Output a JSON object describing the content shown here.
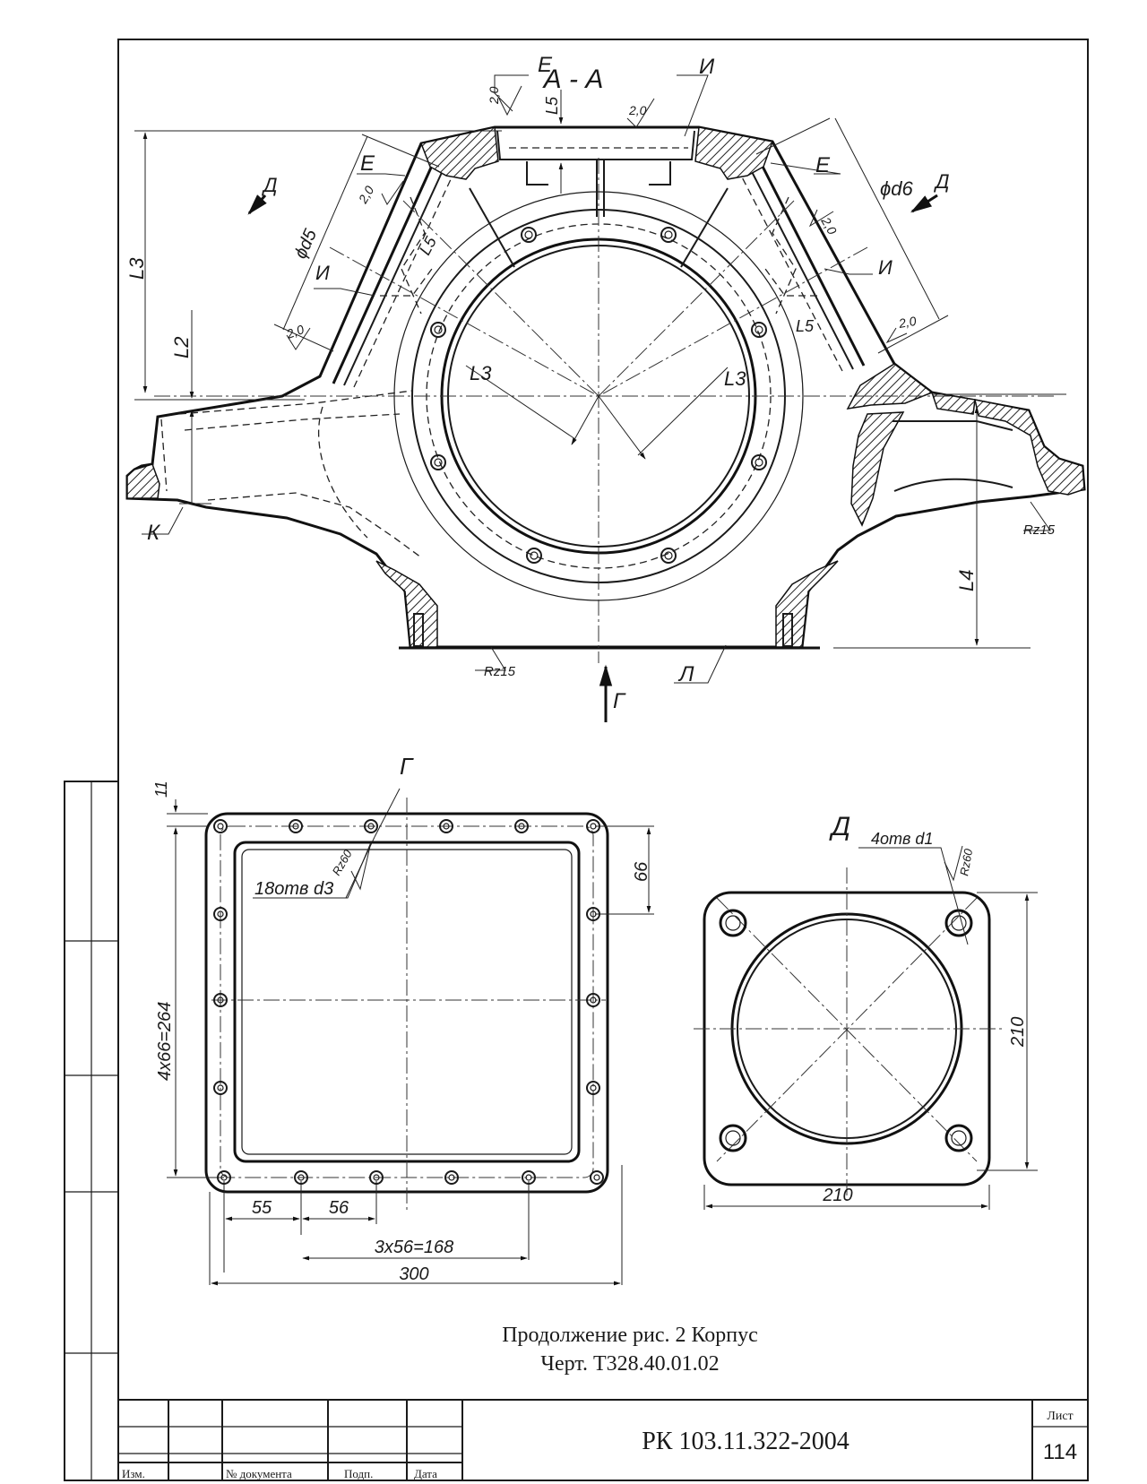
{
  "section": {
    "title": "А - А"
  },
  "labels": {
    "E": "Е",
    "I": "И",
    "D": "Д",
    "K": "К",
    "G": "Г",
    "L_view": "Л",
    "L2": "L2",
    "L3": "L3",
    "L4": "L4",
    "L5": "L5",
    "phi_d5": "ϕd5",
    "phi_d6": "ϕd6",
    "rough_2_0": "2,0",
    "rz15": "Rz15",
    "rz60": "Rz60"
  },
  "view_g": {
    "title": "Г",
    "holes_note": "18отв d3",
    "dims": {
      "top_offset": "11",
      "pitch_right": "66",
      "vertical_total": "4x66=264",
      "first": "55",
      "second": "56",
      "chain": "3x56=168",
      "width": "300"
    }
  },
  "view_d": {
    "title": "Д",
    "holes_note": "4отв d1",
    "dims": {
      "height": "210",
      "width": "210"
    }
  },
  "caption": {
    "line1": "Продолжение рис. 2  Корпус",
    "line2": "Черт. Т328.40.01.02"
  },
  "title_block": {
    "doc_code": "РК 103.11.322-2004",
    "sheet_label": "Лист",
    "sheet_number": "114",
    "col_change": "Изм.",
    "col_doc": "№ документа",
    "col_sign": "Подп.",
    "col_date": "Дата"
  }
}
